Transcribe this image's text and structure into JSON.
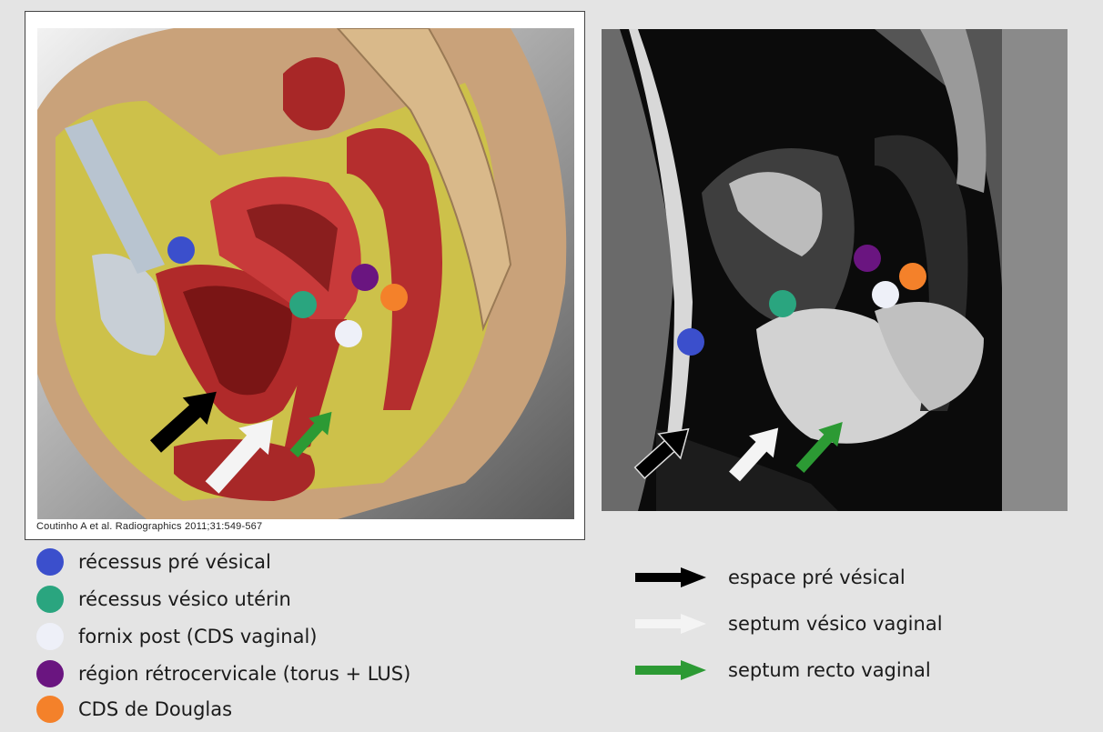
{
  "credit": "Coutinho A et al. Radiographics 2011;31:549-567",
  "colors": {
    "blue": "#3b4fcc",
    "green": "#2aa57f",
    "white": "#eef0f8",
    "purple": "#6a1580",
    "orange": "#f4812a",
    "black_arrow": "#000000",
    "white_arrow": "#f4f4f4",
    "green_arrow": "#2c9a34"
  },
  "legend_dots": [
    {
      "label": "récessus pré vésical",
      "color": "#3b4fcc",
      "icon": "blue-dot"
    },
    {
      "label": "récessus vésico utérin",
      "color": "#2aa57f",
      "icon": "green-dot"
    },
    {
      "label": "fornix post (CDS vaginal)",
      "color": "#eef0f8",
      "icon": "white-dot"
    },
    {
      "label": "région rétrocervicale (torus + LUS)",
      "color": "#6a1580",
      "icon": "purple-dot"
    },
    {
      "label": "CDS de Douglas",
      "color": "#f4812a",
      "icon": "orange-dot"
    }
  ],
  "legend_arrows": [
    {
      "label": "espace pré vésical",
      "color": "#000000",
      "icon": "black-arrow"
    },
    {
      "label": "septum vésico vaginal",
      "color": "#f4f4f4",
      "icon": "white-arrow"
    },
    {
      "label": "septum recto vaginal",
      "color": "#2c9a34",
      "icon": "green-arrow"
    }
  ]
}
